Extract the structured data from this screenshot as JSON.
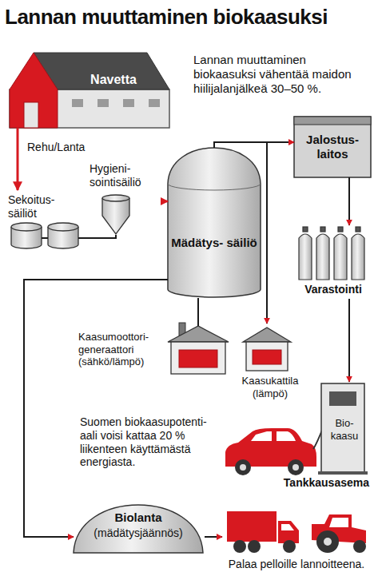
{
  "diagram": {
    "title": "Lannan muuttaminen biokaasuksi",
    "nodes": [
      {
        "text": [
          "Navetta"
        ]
      },
      {
        "text": [
          "Sekoitus- säiliöt"
        ]
      },
      {
        "text": [
          "Hygieni- sointisäiliö"
        ]
      },
      {
        "text": [
          "Mädätys- säiliö"
        ]
      },
      {
        "text": [
          "Jalostus- laitos"
        ]
      },
      {
        "text": [
          "Varastointi"
        ]
      },
      {
        "text": [
          "Kaasumoottori- generaattori (sähkö/lämpö)"
        ]
      },
      {
        "text": [
          "Kaasukattila (lämpö)"
        ]
      },
      {
        "text": [
          "Bio- kaasu",
          "Tankkausasema"
        ]
      },
      {
        "text": [
          "Biolanta",
          "(mädätysjäännös)"
        ]
      },
      {
        "text": [
          "Palaa pelloille lannoitteena."
        ]
      }
    ],
    "edges": [
      {
        "from": 0,
        "to": 1,
        "label": "Rehu/Lanta",
        "arrow": "to"
      },
      {
        "from": 1,
        "to": 2,
        "arrow": "none"
      },
      {
        "from": 2,
        "to": 3,
        "arrow": "to"
      },
      {
        "from": 3,
        "to": 4,
        "arrow": "to"
      },
      {
        "from": 4,
        "to": 5,
        "arrow": "to"
      },
      {
        "from": 5,
        "to": 8,
        "arrow": "to"
      },
      {
        "from": 3,
        "to": 7,
        "arrow": "to"
      },
      {
        "from": 3,
        "to": 6,
        "arrow": "none"
      },
      {
        "from": 3,
        "to": 9,
        "arrow": "to"
      },
      {
        "from": 9,
        "to": 10,
        "arrow": "to"
      }
    ],
    "labels": [
      "Lannan muuttaminen biokaasuksi vähentää maidon hiilijalanjälkeä 30–50 %.",
      "Suomen biokaasupotenti- aali voisi kattaa 20 % liikenteen käyttämästä energiasta."
    ]
  }
}
